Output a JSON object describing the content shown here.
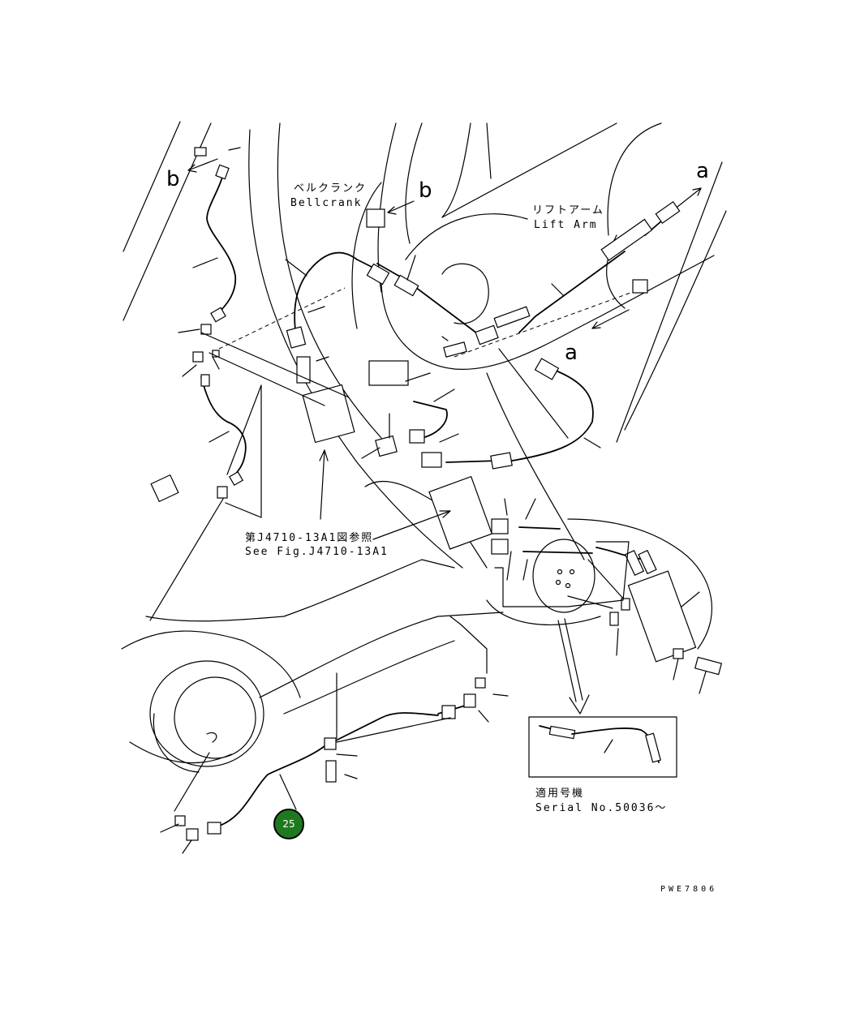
{
  "labels": {
    "bellcrank_jp": "ベルクランク",
    "bellcrank_en": "Bellcrank",
    "lift_arm_jp": "リフトアーム",
    "lift_arm_en": "Lift Arm",
    "see_fig_jp": "第J4710-13A1図参照",
    "see_fig_en": "See Fig.J4710-13A1",
    "serial_jp": "適用号機",
    "serial_en": "Serial No.50036〜",
    "drawing_code": "PWE7806"
  },
  "view_markers": {
    "a1": "a",
    "a2": "a",
    "b1": "b",
    "b2": "b"
  },
  "callout": {
    "number": "25",
    "color": "#1f7a1f"
  }
}
